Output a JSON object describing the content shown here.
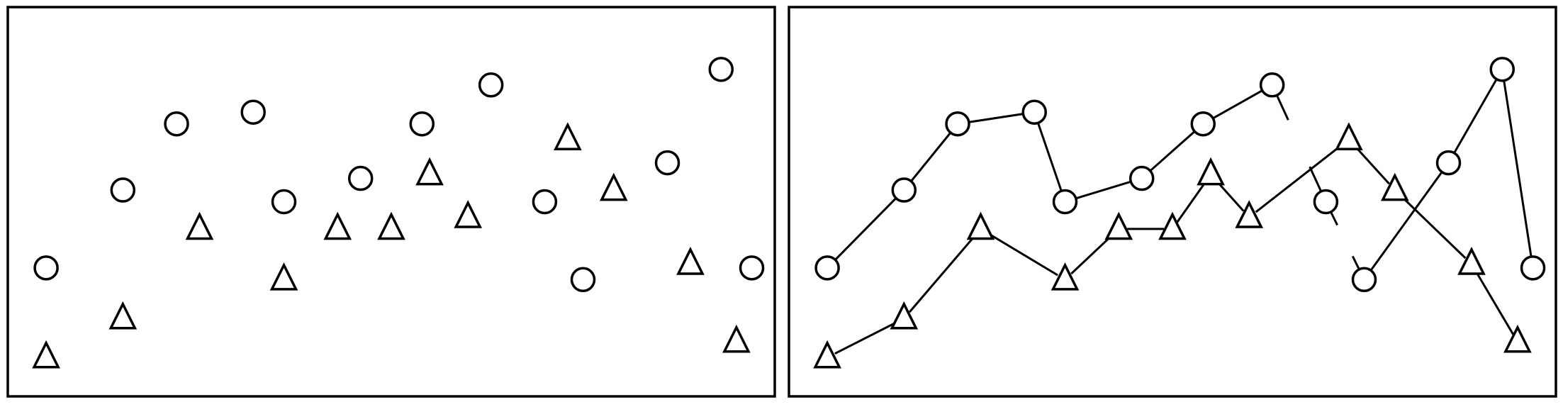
{
  "colors": {
    "background": "#ffffff",
    "stroke": "#000000",
    "marker_fill": "#ffffff"
  },
  "panels": [
    {
      "name": "left-panel-markers-only",
      "connected": false,
      "circles": [
        [
          0.05,
          0.33
        ],
        [
          0.15,
          0.53
        ],
        [
          0.22,
          0.7
        ],
        [
          0.32,
          0.73
        ],
        [
          0.36,
          0.5
        ],
        [
          0.46,
          0.56
        ],
        [
          0.54,
          0.7
        ],
        [
          0.63,
          0.8
        ],
        [
          0.7,
          0.5
        ],
        [
          0.75,
          0.3
        ],
        [
          0.86,
          0.6
        ],
        [
          0.93,
          0.84
        ],
        [
          0.97,
          0.33
        ]
      ],
      "triangles": [
        [
          0.05,
          0.1
        ],
        [
          0.15,
          0.2
        ],
        [
          0.25,
          0.43
        ],
        [
          0.36,
          0.3
        ],
        [
          0.43,
          0.43
        ],
        [
          0.5,
          0.43
        ],
        [
          0.55,
          0.57
        ],
        [
          0.6,
          0.46
        ],
        [
          0.73,
          0.66
        ],
        [
          0.79,
          0.53
        ],
        [
          0.89,
          0.34
        ],
        [
          0.95,
          0.14
        ]
      ]
    },
    {
      "name": "right-panel-connected-paths",
      "connected": true,
      "circle_path": [
        [
          0.05,
          0.33
        ],
        [
          0.15,
          0.53
        ],
        [
          0.22,
          0.7
        ],
        [
          0.32,
          0.73
        ],
        [
          0.36,
          0.5
        ],
        [
          0.46,
          0.56
        ],
        [
          0.54,
          0.7
        ],
        [
          0.63,
          0.8
        ],
        [
          0.7,
          0.5
        ],
        [
          0.75,
          0.3
        ],
        [
          0.86,
          0.6
        ],
        [
          0.93,
          0.84
        ],
        [
          0.97,
          0.33
        ]
      ],
      "triangle_path": [
        [
          0.05,
          0.1
        ],
        [
          0.15,
          0.2
        ],
        [
          0.25,
          0.43
        ],
        [
          0.36,
          0.3
        ],
        [
          0.43,
          0.43
        ],
        [
          0.5,
          0.43
        ],
        [
          0.55,
          0.57
        ],
        [
          0.6,
          0.46
        ],
        [
          0.73,
          0.66
        ],
        [
          0.79,
          0.53
        ],
        [
          0.89,
          0.34
        ],
        [
          0.95,
          0.14
        ]
      ],
      "circle_gaps_after_index": [
        7,
        8
      ],
      "triangle_gaps_after_index": []
    }
  ]
}
